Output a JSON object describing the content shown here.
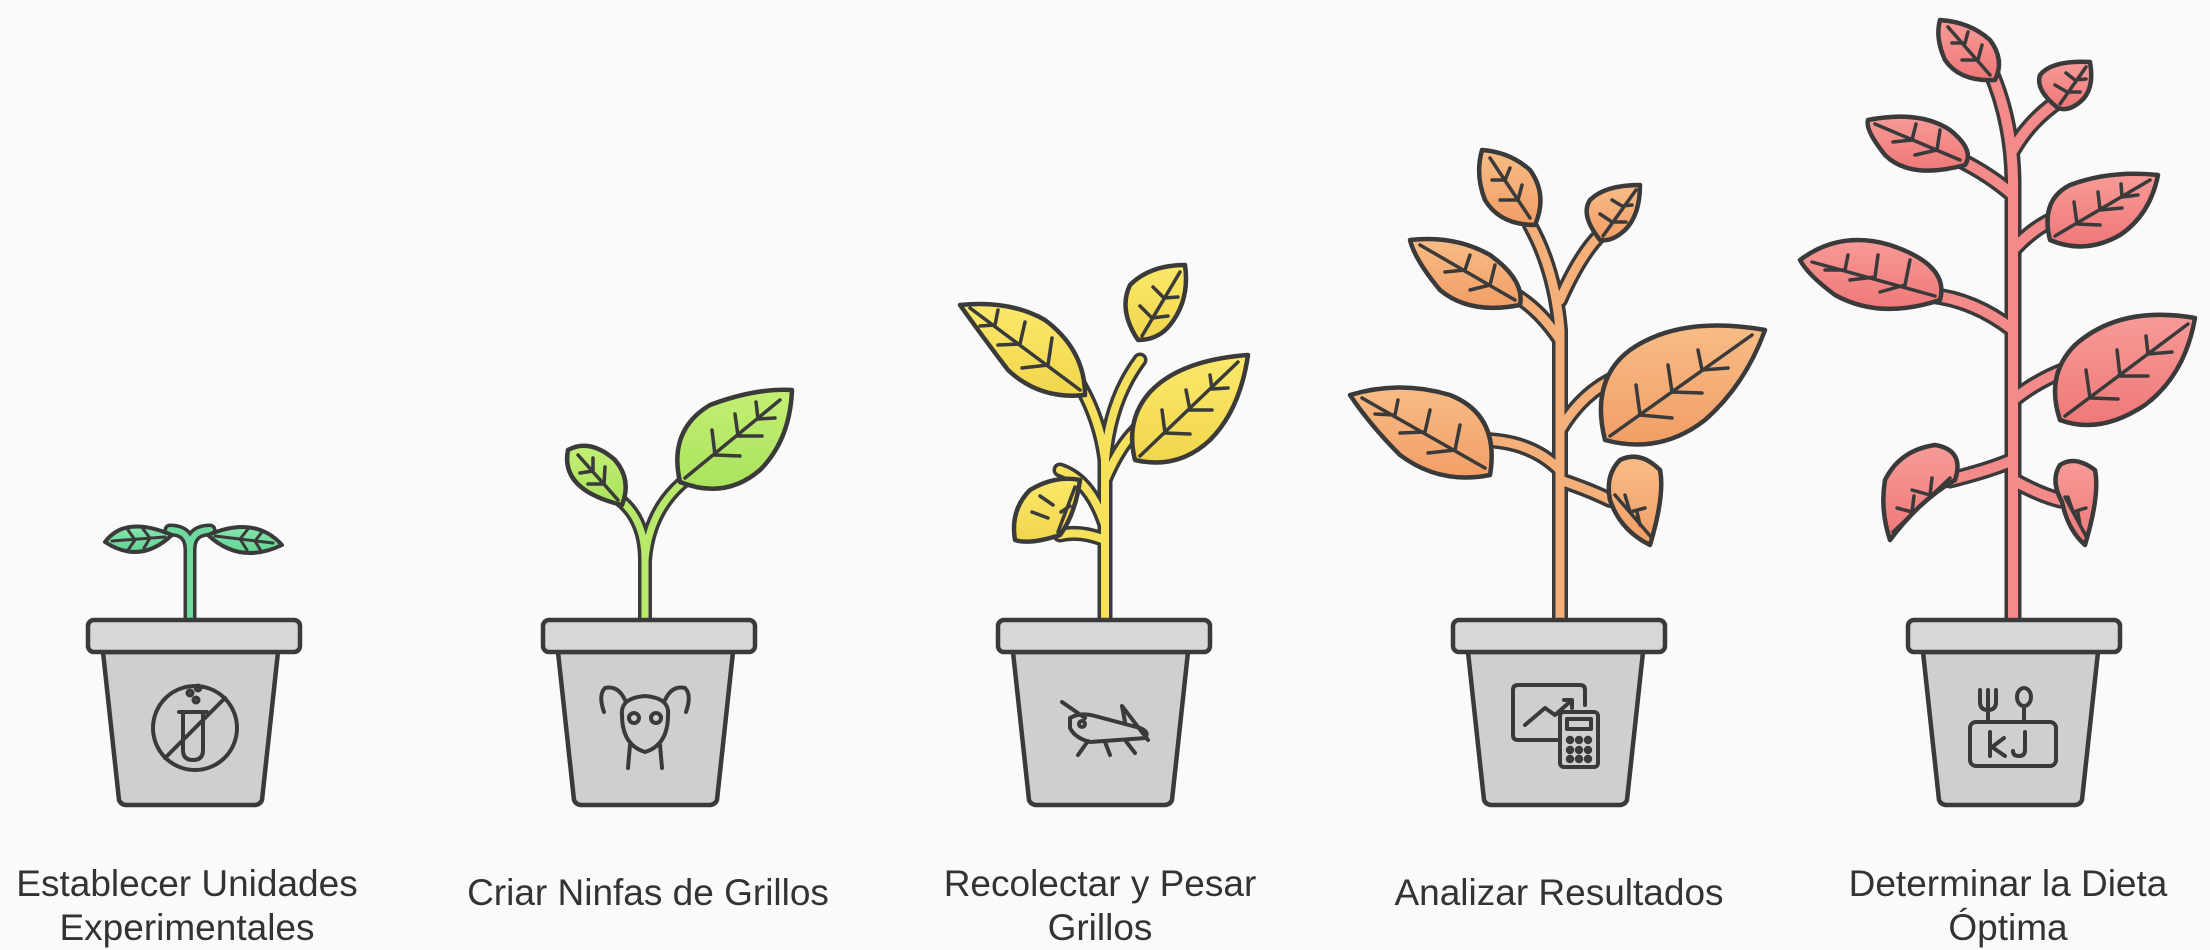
{
  "steps": [
    {
      "line1": "Establecer Unidades",
      "line2": "Experimentales",
      "pot_icon": "no-test-tube-icon",
      "plant_color": "#7ee0a6",
      "stage": 1
    },
    {
      "line1": "Criar Ninfas de Grillos",
      "line2": "",
      "pot_icon": "insect-head-icon",
      "plant_color": "#b9e96b",
      "stage": 2
    },
    {
      "line1": "Recolectar y Pesar",
      "line2": "Grillos",
      "pot_icon": "cricket-icon",
      "plant_color": "#f6e15c",
      "stage": 3
    },
    {
      "line1": "Analizar Resultados",
      "line2": "",
      "pot_icon": "chart-calculator-icon",
      "plant_color": "#f5b07a",
      "stage": 4
    },
    {
      "line1": "Determinar la Dieta",
      "line2": "Óptima",
      "pot_icon": "food-kj-icon",
      "plant_color": "#f48a8a",
      "stage": 5
    }
  ],
  "pot_color": "#cfcfcf",
  "outline_color": "#3a3a3a"
}
